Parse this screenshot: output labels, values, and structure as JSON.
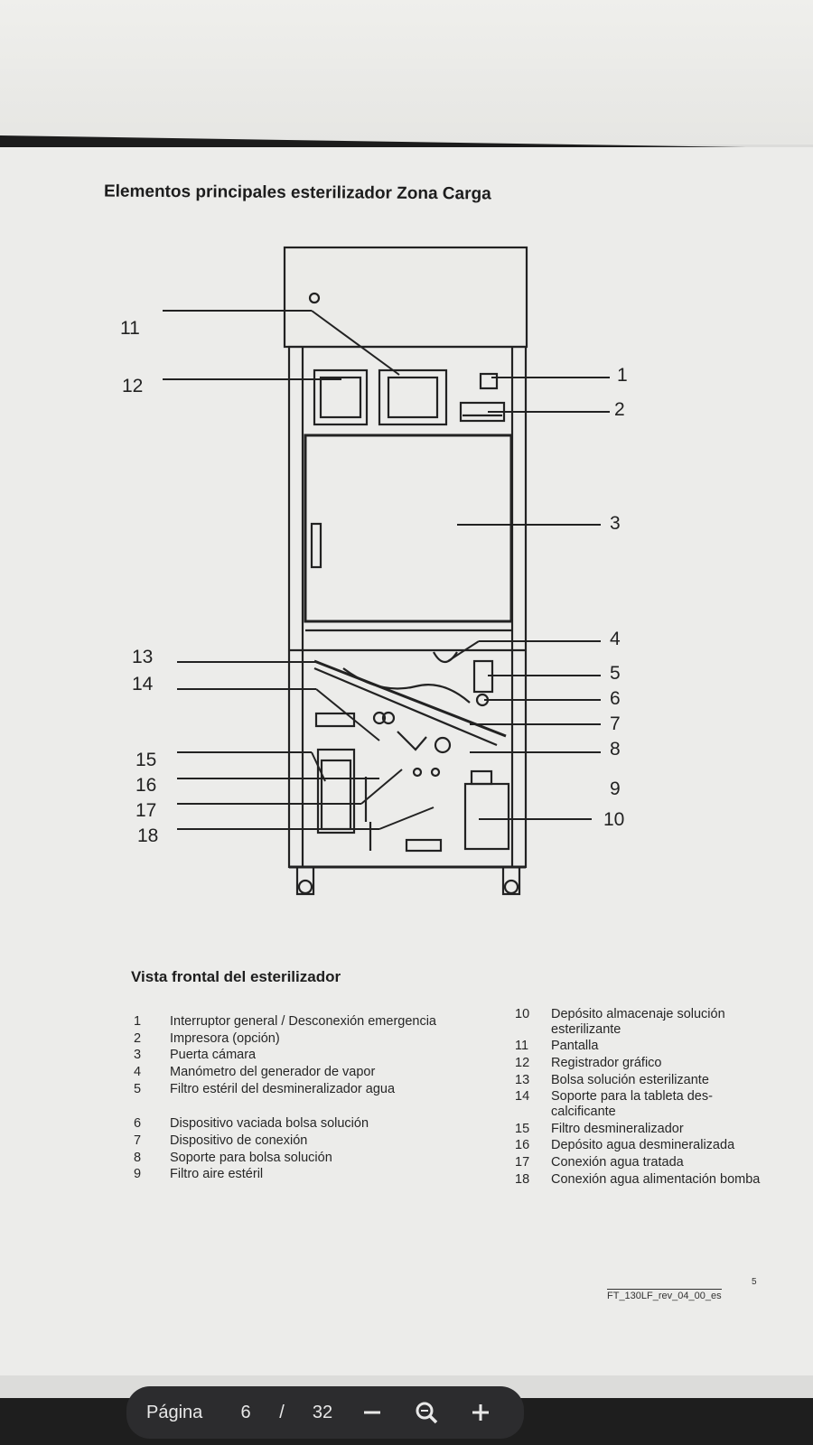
{
  "document": {
    "title": "Elementos principales esterilizador Zona Carga",
    "figure_caption": "Vista frontal del esterilizador",
    "callouts_left": [
      "11",
      "12",
      "13",
      "14",
      "15",
      "16",
      "17",
      "18"
    ],
    "callouts_right": [
      "1",
      "2",
      "3",
      "4",
      "5",
      "6",
      "7",
      "8",
      "9",
      "10"
    ],
    "legend_left": [
      {
        "num": "1",
        "text": "Interruptor general / Desconexión emergencia"
      },
      {
        "num": "2",
        "text": "Impresora (opción)"
      },
      {
        "num": "3",
        "text": "Puerta cámara"
      },
      {
        "num": "4",
        "text": "Manómetro del generador de vapor"
      },
      {
        "num": "5",
        "text": "Filtro estéril del desmineralizador agua"
      },
      {
        "num": "6",
        "text": "Dispositivo vaciada bolsa solución"
      },
      {
        "num": "7",
        "text": "Dispositivo de conexión"
      },
      {
        "num": "8",
        "text": "Soporte para bolsa solución"
      },
      {
        "num": "9",
        "text": "Filtro aire estéril"
      }
    ],
    "legend_right": [
      {
        "num": "10",
        "text": "Depósito almacenaje solución esterilizante"
      },
      {
        "num": "11",
        "text": "Pantalla"
      },
      {
        "num": "12",
        "text": "Registrador gráfico"
      },
      {
        "num": "13",
        "text": "Bolsa solución esterilizante"
      },
      {
        "num": "14",
        "text": "Soporte para la tableta des-calcificante"
      },
      {
        "num": "15",
        "text": "Filtro desmineralizador"
      },
      {
        "num": "16",
        "text": "Depósito agua desmineralizada"
      },
      {
        "num": "17",
        "text": "Conexión agua tratada"
      },
      {
        "num": "18",
        "text": "Conexión agua alimentación bomba"
      }
    ],
    "footer_page_number": "5",
    "footer_code": "FT_130LF_rev_04_00_es"
  },
  "viewer": {
    "page_label": "Página",
    "current_page": "6",
    "separator": "/",
    "total_pages": "32",
    "zoom_out_icon": "minus-icon",
    "zoom_icon": "zoom-icon",
    "zoom_in_icon": "plus-icon"
  }
}
